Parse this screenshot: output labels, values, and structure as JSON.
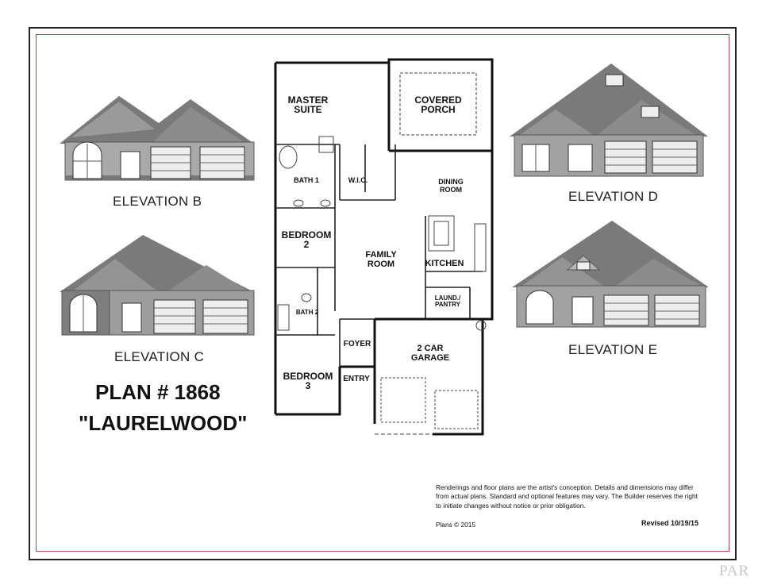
{
  "elevations": {
    "b": "ELEVATION B",
    "c": "ELEVATION C",
    "d": "ELEVATION D",
    "e": "ELEVATION E"
  },
  "plan": {
    "number": "PLAN # 1868",
    "name": "\"LAURELWOOD\""
  },
  "rooms": {
    "master_suite_1": "MASTER",
    "master_suite_2": "SUITE",
    "covered_porch_1": "COVERED",
    "covered_porch_2": "PORCH",
    "bath1": "BATH 1",
    "wic": "W.I.C.",
    "dining_1": "DINING",
    "dining_2": "ROOM",
    "bedroom2_1": "BEDROOM",
    "bedroom2_2": "2",
    "family_1": "FAMILY",
    "family_2": "ROOM",
    "kitchen": "KITCHEN",
    "laundry_1": "LAUND./",
    "laundry_2": "PANTRY",
    "bath2": "BATH 2",
    "foyer": "FOYER",
    "garage_1": "2 CAR",
    "garage_2": "GARAGE",
    "bedroom3_1": "BEDROOM",
    "bedroom3_2": "3",
    "entry": "ENTRY"
  },
  "disclaimer": "Renderings and floor plans are the artist's conception. Details and dimensions may differ from actual plans. Standard and optional features may vary. The Builder reserves the right to initiate changes without notice or prior obligation.",
  "copyright": "Plans © 2015",
  "revised": "Revised 10/19/15",
  "watermark": "PAR",
  "colors": {
    "outer_border": "#222222",
    "inner_border": "#b04a4a",
    "roof": "#6e6e6e",
    "brick": "#8a8a8a"
  }
}
